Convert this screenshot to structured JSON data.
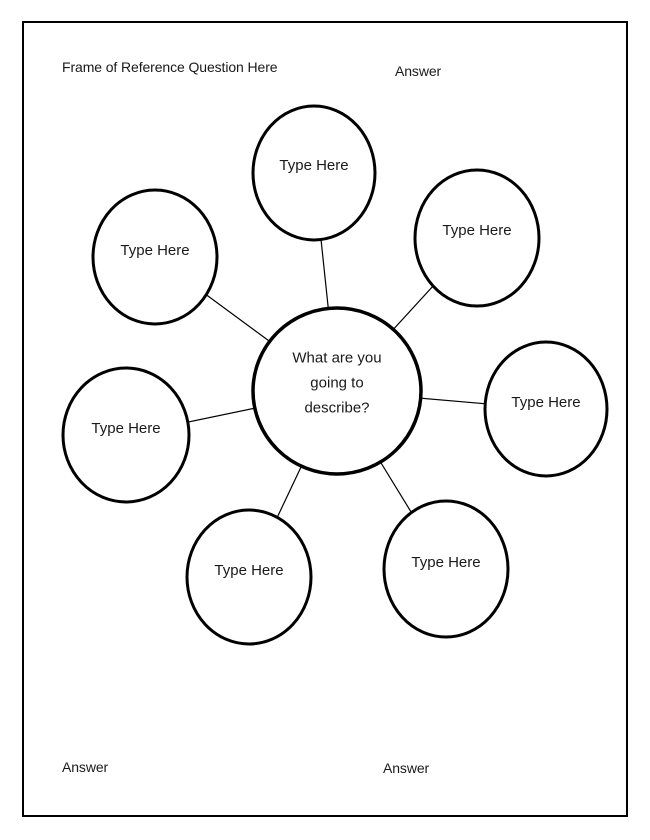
{
  "page": {
    "frame_question_label": "Frame of Reference Question Here",
    "answer_label_top": "Answer",
    "answer_label_bottom_left": "Answer",
    "answer_label_bottom_center": "Answer"
  },
  "diagram": {
    "center_node": {
      "lines": [
        "What are you",
        "going to",
        "describe?"
      ]
    },
    "nodes": [
      {
        "label": "Type Here"
      },
      {
        "label": "Type Here"
      },
      {
        "label": "Type Here"
      },
      {
        "label": "Type Here"
      },
      {
        "label": "Type Here"
      },
      {
        "label": "Type Here"
      },
      {
        "label": "Type Here"
      }
    ]
  },
  "colors": {
    "stroke": "#000000",
    "text": "#1a1a1a",
    "background": "#ffffff"
  }
}
